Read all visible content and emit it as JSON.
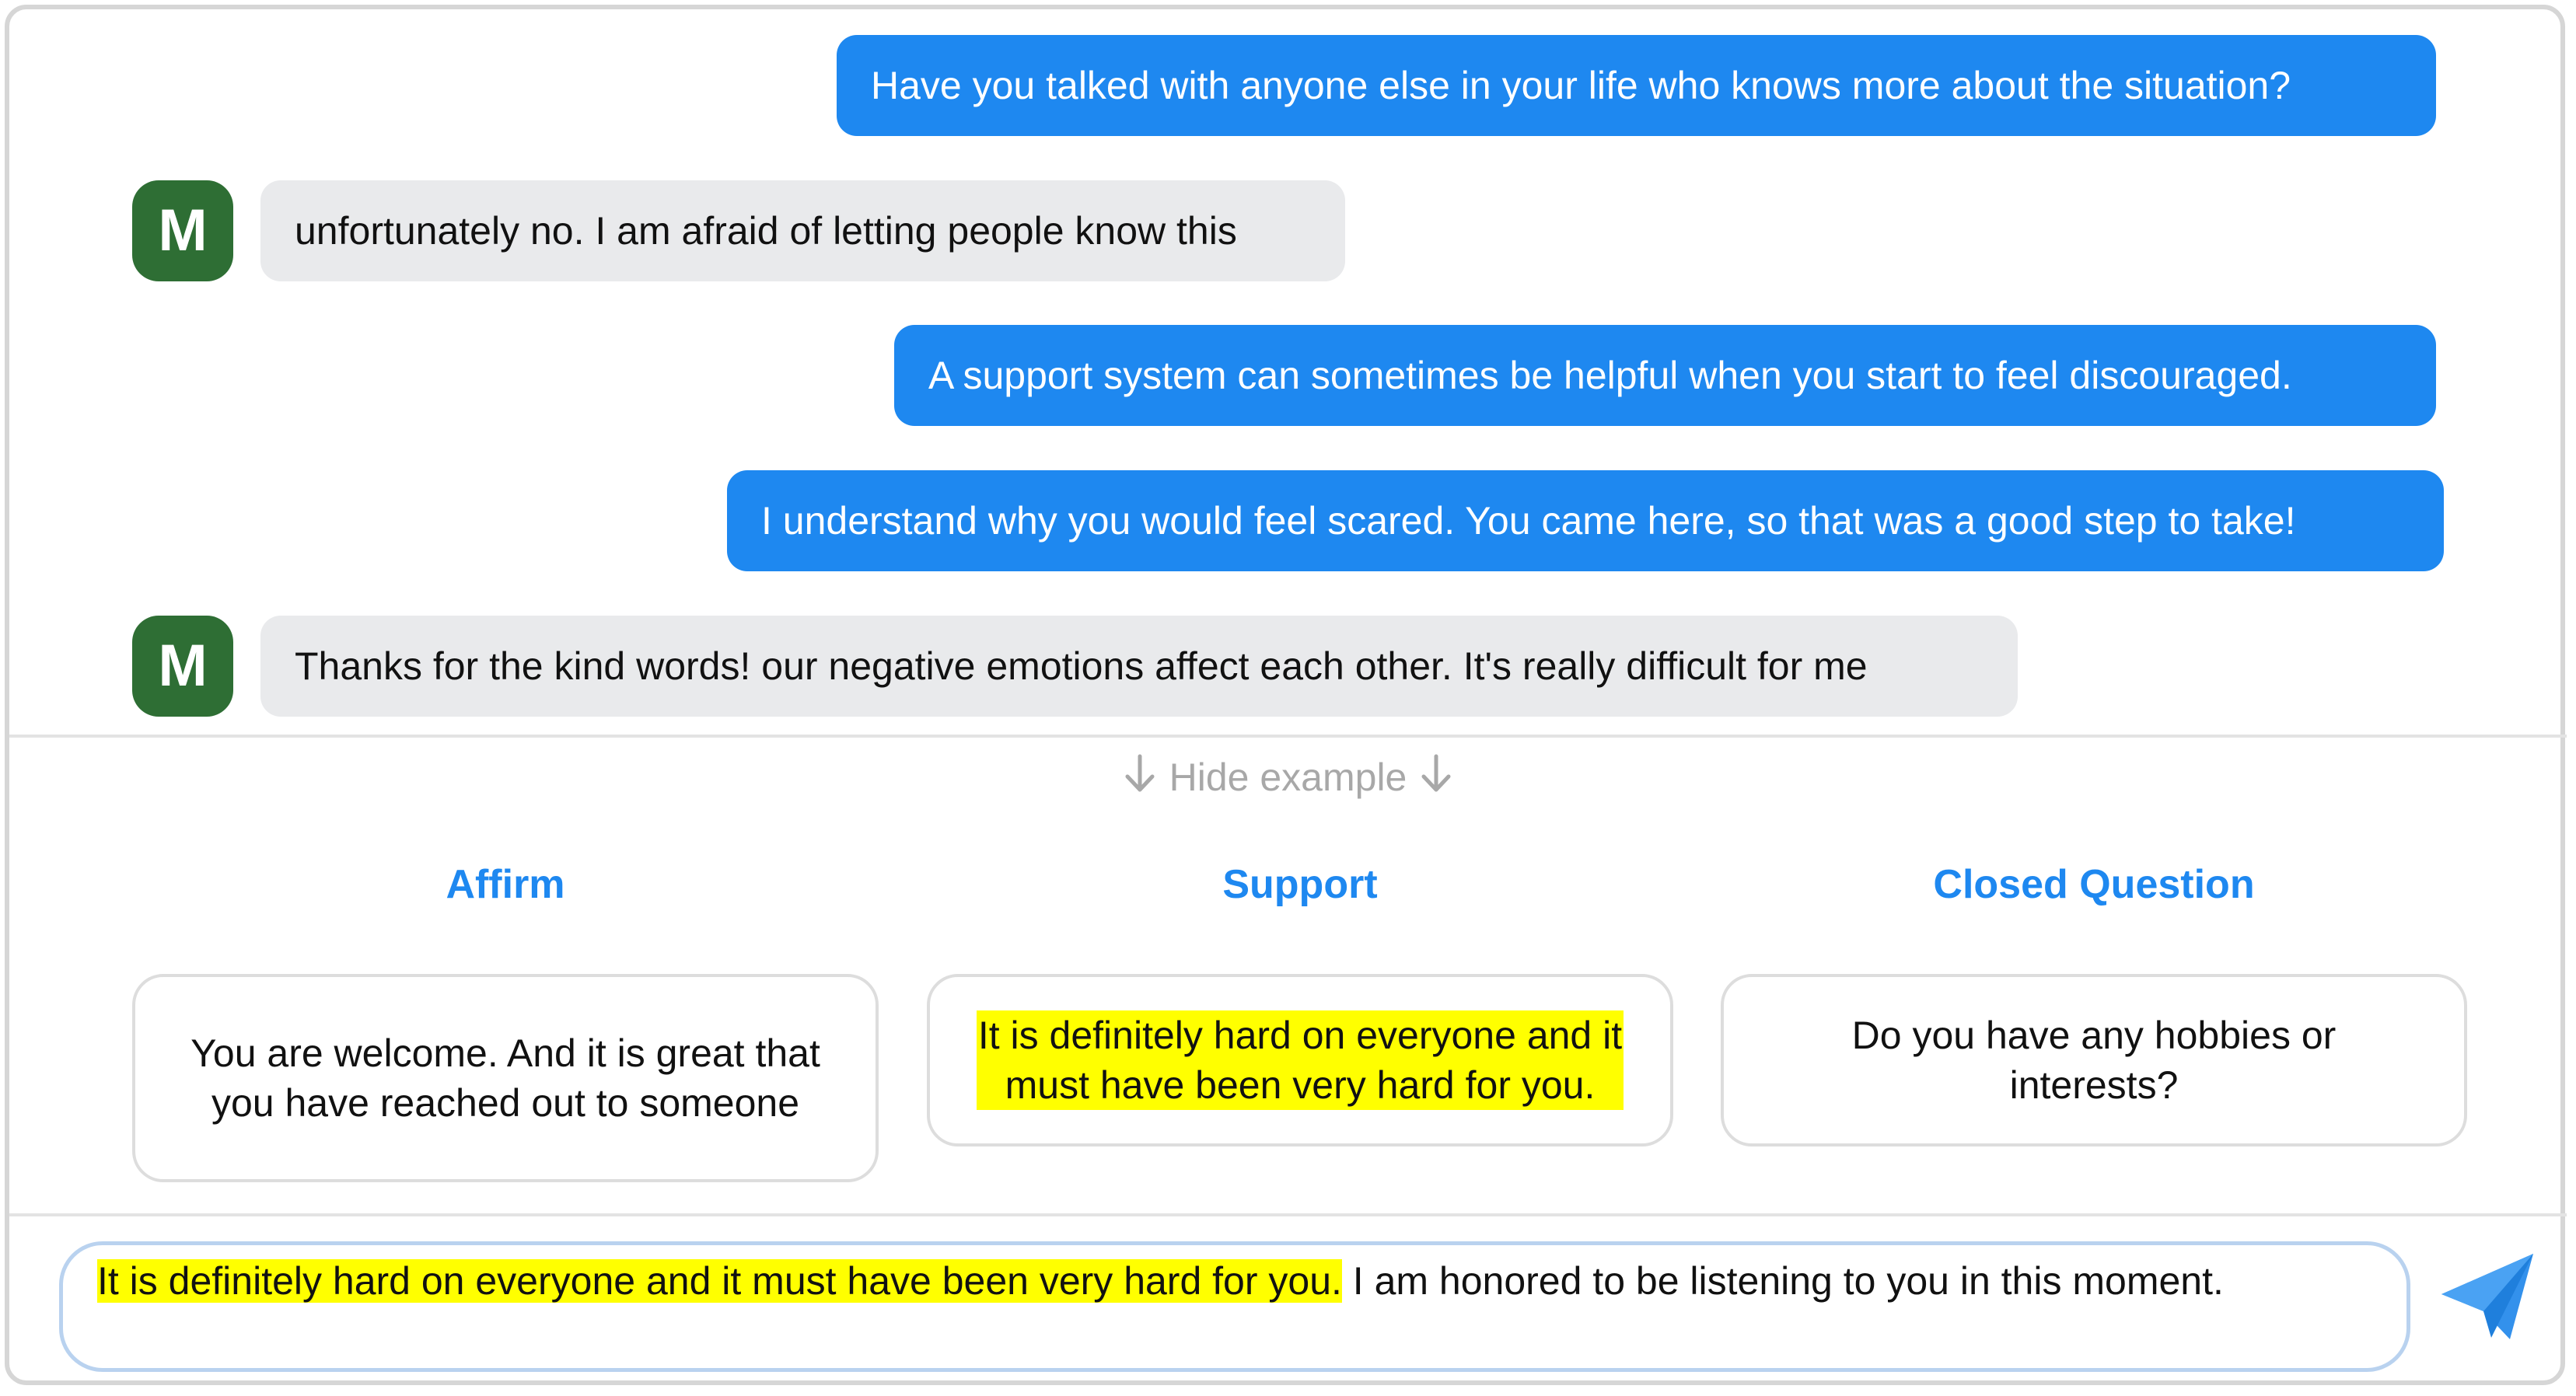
{
  "chat": {
    "messages": [
      {
        "role": "helper",
        "text": "Have you talked with anyone else in your life who knows more about the situation?"
      },
      {
        "role": "seeker",
        "avatar": "M",
        "text": "unfortunately no. I am afraid of letting people know this"
      },
      {
        "role": "helper",
        "text": "A support system can sometimes be helpful when you start to feel discouraged."
      },
      {
        "role": "helper",
        "text": "I understand why you would feel scared. You came here, so that was a good step to take!"
      },
      {
        "role": "seeker",
        "avatar": "M",
        "text": "Thanks for the kind words! our negative emotions affect each other. It's really difficult for me"
      }
    ]
  },
  "suggestions": {
    "toggle_label": "Hide example",
    "toggle_icon": "arrow-down-icon",
    "columns": [
      {
        "title": "Affirm",
        "text": "You are welcome. And it is great that you have reached out to someone"
      },
      {
        "title": "Support",
        "text": "It is definitely hard on everyone and it must have been very hard for you."
      },
      {
        "title": "Closed Question",
        "text": "Do you have any hobbies or interests?"
      }
    ]
  },
  "composer": {
    "highlighted_text": "It is definitely hard on everyone and it must have been very hard for you.",
    "rest_text": " I am honored to be listening to you in this moment.",
    "send_icon": "paper-plane-icon"
  },
  "colors": {
    "accent": "#1e88f0",
    "avatar": "#2e6e34",
    "highlight": "#ffff00",
    "incoming_bubble": "#e9eaec"
  }
}
